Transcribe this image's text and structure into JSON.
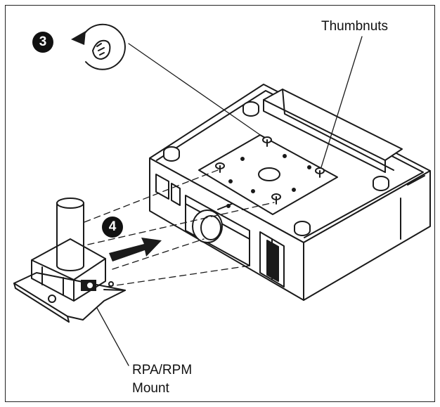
{
  "labels": {
    "thumbnuts": "Thumbnuts",
    "mount_line1": "RPA/RPM",
    "mount_line2": "Mount"
  },
  "steps": {
    "step3": "3",
    "step4": "4"
  },
  "icons": {
    "rotate": "counterclockwise-rotate-hand-icon",
    "push_arrow": "arrow-right-icon"
  },
  "colors": {
    "line": "#1a1a1a",
    "background": "#ffffff"
  }
}
